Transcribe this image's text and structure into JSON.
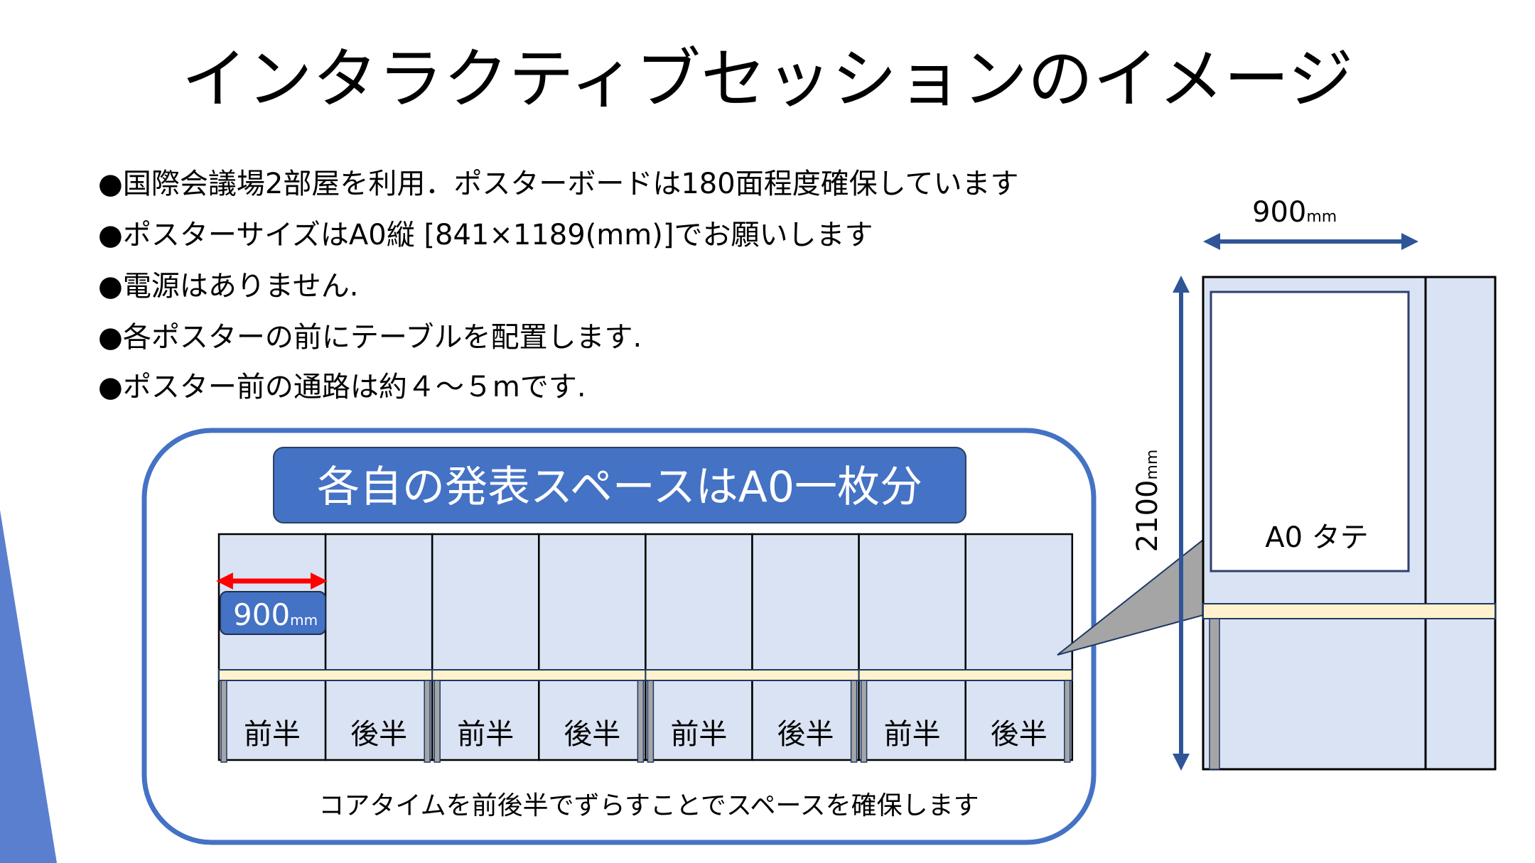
{
  "title": "インタラクティブセッションのイメージ",
  "bullets": [
    "●国際会議場2部屋を利用．ポスターボードは180面程度確保しています",
    "●ポスターサイズはA0縦 [841×1189(mm)]でお願いします",
    "●電源はありません.",
    "●各ポスターの前にテーブルを配置します.",
    "●ポスター前の通路は約４～５mです."
  ],
  "panel": {
    "banner": "各自の発表スペースはA0一枚分",
    "width_value": "900",
    "width_unit": "mm",
    "slots": [
      "前半",
      "後半",
      "前半",
      "後半",
      "前半",
      "後半",
      "前半",
      "後半"
    ],
    "caption": "コアタイムを前後半でずらすことでスペースを確保します"
  },
  "detail": {
    "width_value": "900",
    "width_unit": "mm",
    "height_value": "2100",
    "height_unit": "mm",
    "poster_label": "A0 タテ"
  },
  "colors": {
    "accent": "#4472C4",
    "board": "#DAE3F3",
    "table": "#FFF2CC",
    "arrow_dark": "#2F5597",
    "arrow_red": "#FF0000",
    "leg": "#A5A5A5"
  }
}
